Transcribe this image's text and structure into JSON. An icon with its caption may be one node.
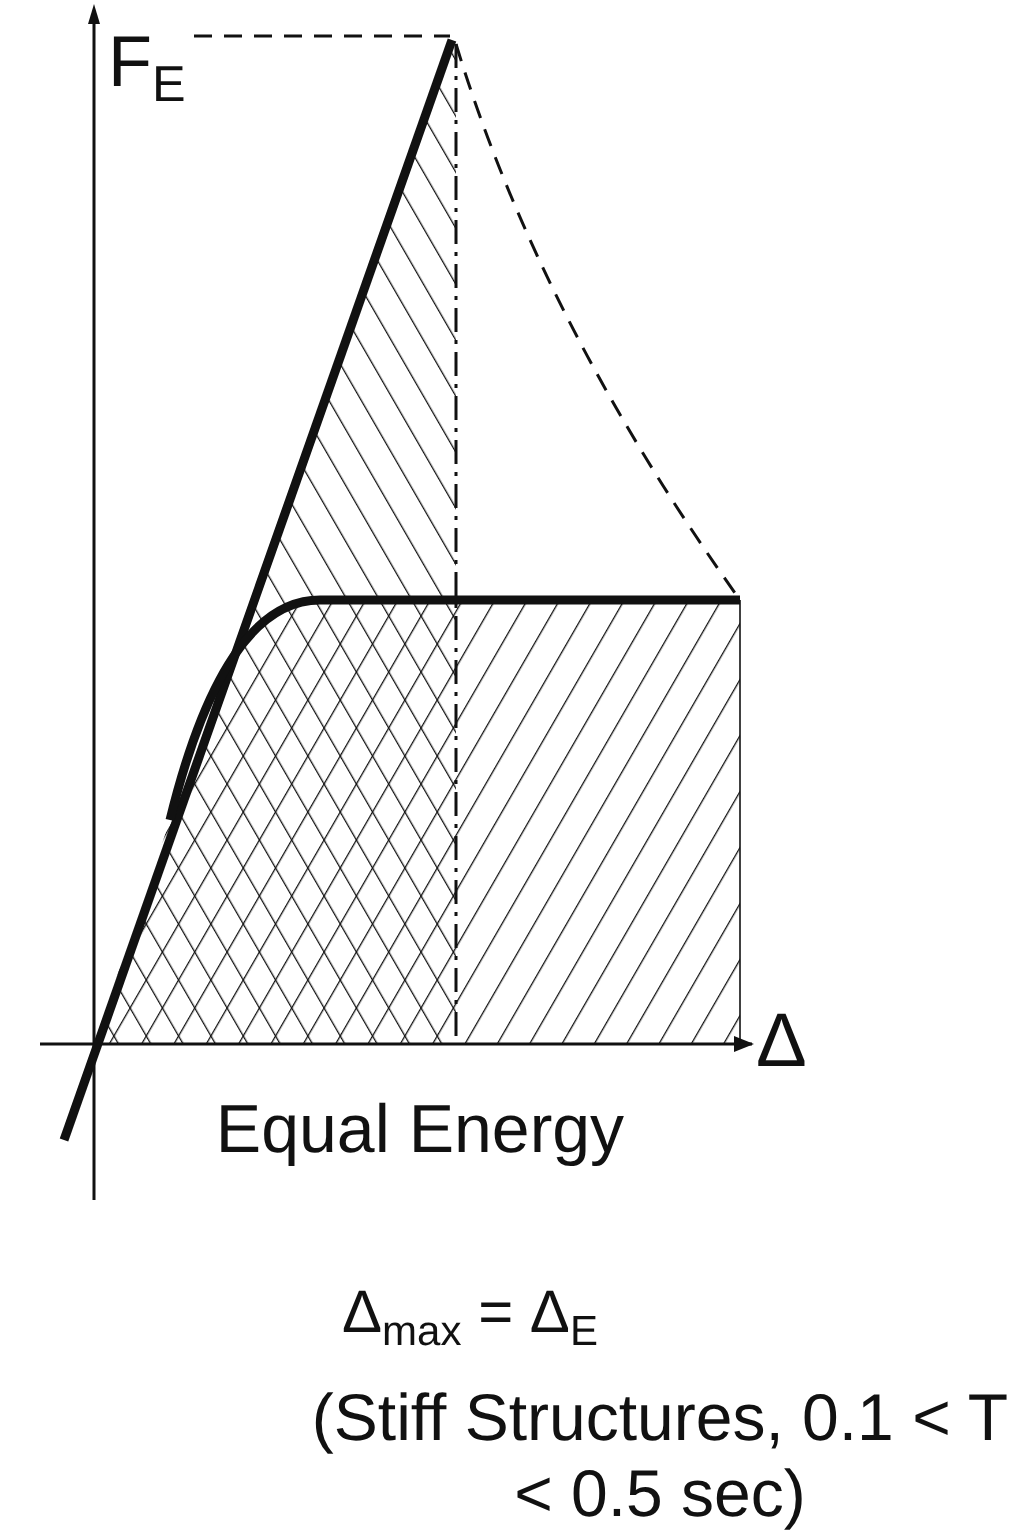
{
  "diagram": {
    "labels": [
      "F$_{E}$",
      "Δ",
      "Equal Energy",
      "Δ$_{max}$ = Δ$_{E}$",
      "(Stiff Structures, 0.1 < T < 0.5 sec)"
    ]
  }
}
